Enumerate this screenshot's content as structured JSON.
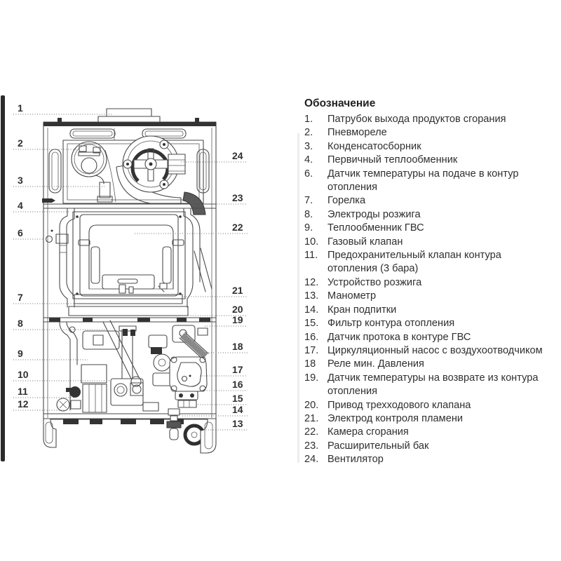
{
  "legend": {
    "title": "Обозначение",
    "items": [
      {
        "num": "1.",
        "text": "Патрубок выхода продуктов сгорания"
      },
      {
        "num": "2.",
        "text": "Пневмореле"
      },
      {
        "num": "3.",
        "text": "Конденсатосборник"
      },
      {
        "num": "4.",
        "text": "Первичный теплообменник"
      },
      {
        "num": "6.",
        "text": "Датчик температуры на подаче в контур отопления"
      },
      {
        "num": "7.",
        "text": "Горелка"
      },
      {
        "num": "8.",
        "text": "Электроды розжига"
      },
      {
        "num": "9.",
        "text": "Теплообменник ГВС"
      },
      {
        "num": "10.",
        "text": "Газовый клапан"
      },
      {
        "num": "11.",
        "text": "Предохранительный клапан контура отопления (3 бара)"
      },
      {
        "num": "12.",
        "text": "Устройство розжига"
      },
      {
        "num": "13.",
        "text": "Манометр"
      },
      {
        "num": "14.",
        "text": "Кран подпитки"
      },
      {
        "num": "15.",
        "text": "Фильтр контура отопления"
      },
      {
        "num": "16.",
        "text": "Датчик протока в контуре ГВС"
      },
      {
        "num": "17.",
        "text": "Циркуляционный насос с воздухоотводчиком"
      },
      {
        "num": "18",
        "text": "Реле мин. Давления"
      },
      {
        "num": "19.",
        "text": "Датчик температуры на возврате из контура отопления"
      },
      {
        "num": "20.",
        "text": "Привод трехходового клапана"
      },
      {
        "num": "21.",
        "text": "Электрод контроля пламени"
      },
      {
        "num": "22.",
        "text": "Камера сгорания"
      },
      {
        "num": "23.",
        "text": "Расширительный бак"
      },
      {
        "num": "24.",
        "text": "Вентилятор"
      }
    ]
  },
  "diagram": {
    "description": "Внутреннее устройство газового настенного котла",
    "line_color": "#4a4a4a",
    "accent_dark": "#333333",
    "callouts_left": [
      {
        "num": "1"
      },
      {
        "num": "2"
      },
      {
        "num": "3"
      },
      {
        "num": "4"
      },
      {
        "num": "6"
      },
      {
        "num": "7"
      },
      {
        "num": "8"
      },
      {
        "num": "9"
      },
      {
        "num": "10"
      },
      {
        "num": "11"
      },
      {
        "num": "12"
      }
    ],
    "callouts_right": [
      {
        "num": "24"
      },
      {
        "num": "23"
      },
      {
        "num": "22"
      },
      {
        "num": "21"
      },
      {
        "num": "20"
      },
      {
        "num": "19"
      },
      {
        "num": "18"
      },
      {
        "num": "17"
      },
      {
        "num": "16"
      },
      {
        "num": "15"
      },
      {
        "num": "14"
      },
      {
        "num": "13"
      }
    ]
  }
}
